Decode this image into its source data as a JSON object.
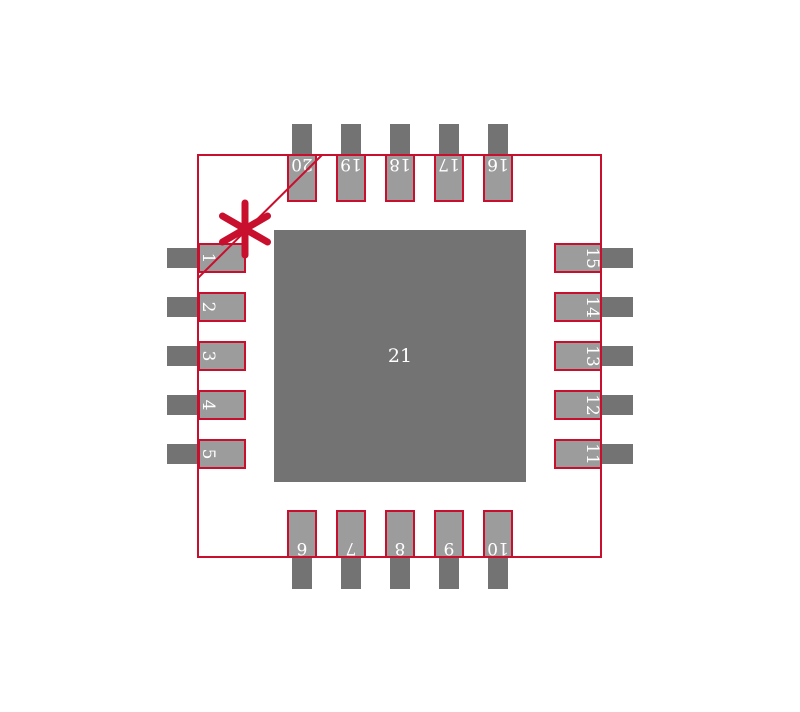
{
  "colors": {
    "background": "#ffffff",
    "pad_dark": "#737373",
    "pad_light": "#9c9c9c",
    "outline": "#c8102e",
    "label": "#ffffff"
  },
  "package": {
    "pins": [
      {
        "number": "1",
        "side": "left"
      },
      {
        "number": "2",
        "side": "left"
      },
      {
        "number": "3",
        "side": "left"
      },
      {
        "number": "4",
        "side": "left"
      },
      {
        "number": "5",
        "side": "left"
      },
      {
        "number": "6",
        "side": "bottom"
      },
      {
        "number": "7",
        "side": "bottom"
      },
      {
        "number": "8",
        "side": "bottom"
      },
      {
        "number": "9",
        "side": "bottom"
      },
      {
        "number": "10",
        "side": "bottom"
      },
      {
        "number": "11",
        "side": "right"
      },
      {
        "number": "12",
        "side": "right"
      },
      {
        "number": "13",
        "side": "right"
      },
      {
        "number": "14",
        "side": "right"
      },
      {
        "number": "15",
        "side": "right"
      },
      {
        "number": "16",
        "side": "top"
      },
      {
        "number": "17",
        "side": "top"
      },
      {
        "number": "18",
        "side": "top"
      },
      {
        "number": "19",
        "side": "top"
      },
      {
        "number": "20",
        "side": "top"
      }
    ],
    "thermal_pad": {
      "number": "21"
    },
    "pin1_marker": "asterisk"
  }
}
